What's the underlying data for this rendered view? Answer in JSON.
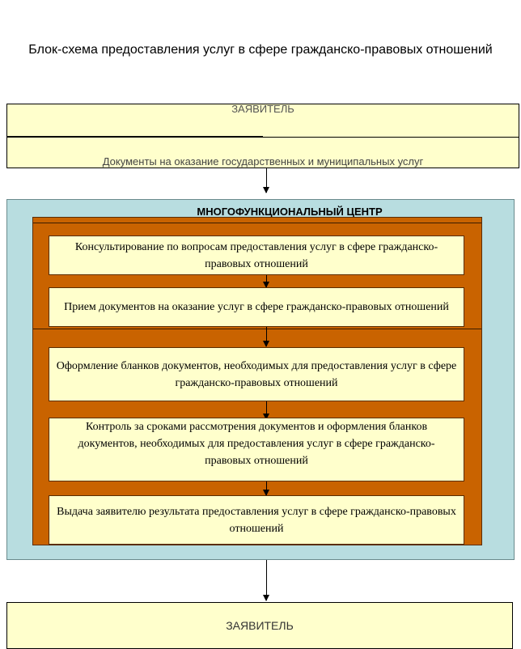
{
  "title": "Блок-схема предоставления услуг в сфере гражданско-правовых отношений",
  "applicant_top": {
    "label": "ЗАЯВИТЕЛЬ",
    "documents": "Документы на оказание государственных и муниципальных услуг"
  },
  "center": {
    "title": "МНОГОФУНКЦИОНАЛЬНЫЙ ЦЕНТР",
    "steps": [
      "Консультирование по вопросам предоставления услуг в сфере гражданско-правовых отношений",
      "Прием документов на оказание услуг в сфере гражданско-правовых отношений",
      "Оформление бланков документов, необходимых для предоставления услуг в сфере гражданско-правовых отношений",
      "Контроль за сроками рассмотрения документов и оформления бланков документов, необходимых для предоставления услуг в сфере гражданско-правовых отношений",
      "Выдача заявителю результата предоставления услуг в сфере гражданско-правовых отношений"
    ]
  },
  "applicant_bottom": {
    "label": "ЗАЯВИТЕЛЬ"
  },
  "colors": {
    "card_fill": "#ffffcc",
    "center_fill": "#b8dde0",
    "inner_fill": "#c96300"
  }
}
